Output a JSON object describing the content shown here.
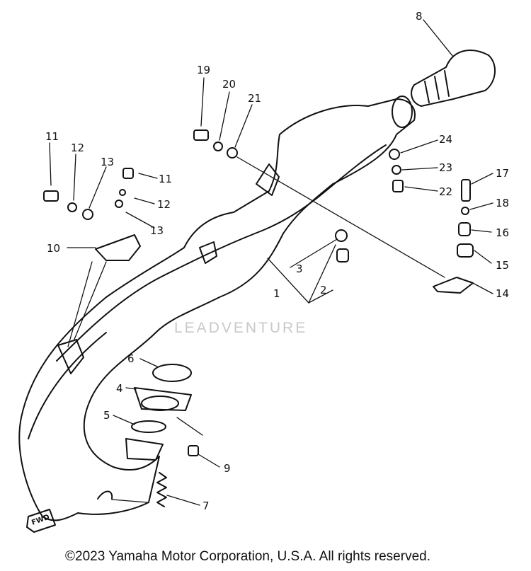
{
  "watermark": "LEADVENTURE",
  "copyright": "©2023 Yamaha Motor Corporation, U.S.A. All rights reserved.",
  "fwd_label": "FWD",
  "callouts": [
    "1",
    "2",
    "3",
    "4",
    "5",
    "6",
    "7",
    "8",
    "9",
    "10",
    "11",
    "11",
    "12",
    "12",
    "13",
    "13",
    "14",
    "15",
    "16",
    "17",
    "18",
    "19",
    "20",
    "21",
    "22",
    "23",
    "24"
  ],
  "colors": {
    "line": "#111111",
    "watermark": "#c9c9c9",
    "background": "#ffffff"
  }
}
